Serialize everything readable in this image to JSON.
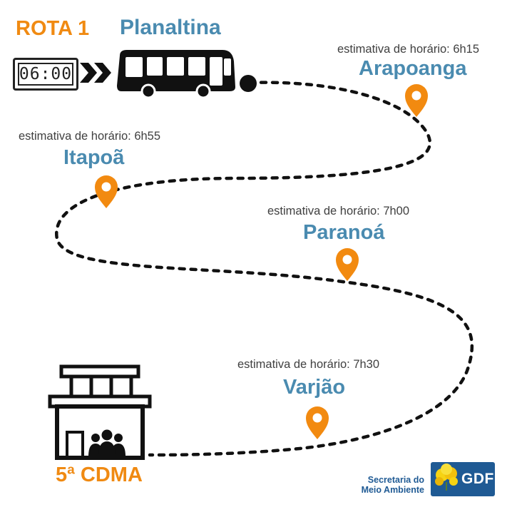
{
  "header": {
    "route_label": "ROTA 1",
    "origin": "Planaltina",
    "departure_time": "06:00"
  },
  "stops": [
    {
      "name": "Arapoanga",
      "time_label": "estimativa de horário: 6h15"
    },
    {
      "name": "Itapoã",
      "time_label": "estimativa de horário: 6h55"
    },
    {
      "name": "Paranoá",
      "time_label": "estimativa de horário: 7h00"
    },
    {
      "name": "Varjão",
      "time_label": "estimativa de horário: 7h30"
    }
  ],
  "destination": {
    "name": "5ª CDMA"
  },
  "footer": {
    "secretaria_line1": "Secretaria do",
    "secretaria_line2": "Meio Ambiente",
    "gdf_label": "GDF"
  },
  "colors": {
    "accent_orange": "#f08a12",
    "stop_blue": "#4a8bb0",
    "gdf_blue": "#1f5a94",
    "ink": "#111111"
  },
  "icons": [
    "digital-clock-icon",
    "double-chevron-icon",
    "bus-icon",
    "location-pin-icon",
    "building-icon",
    "people-icon",
    "yellow-tree-icon"
  ]
}
